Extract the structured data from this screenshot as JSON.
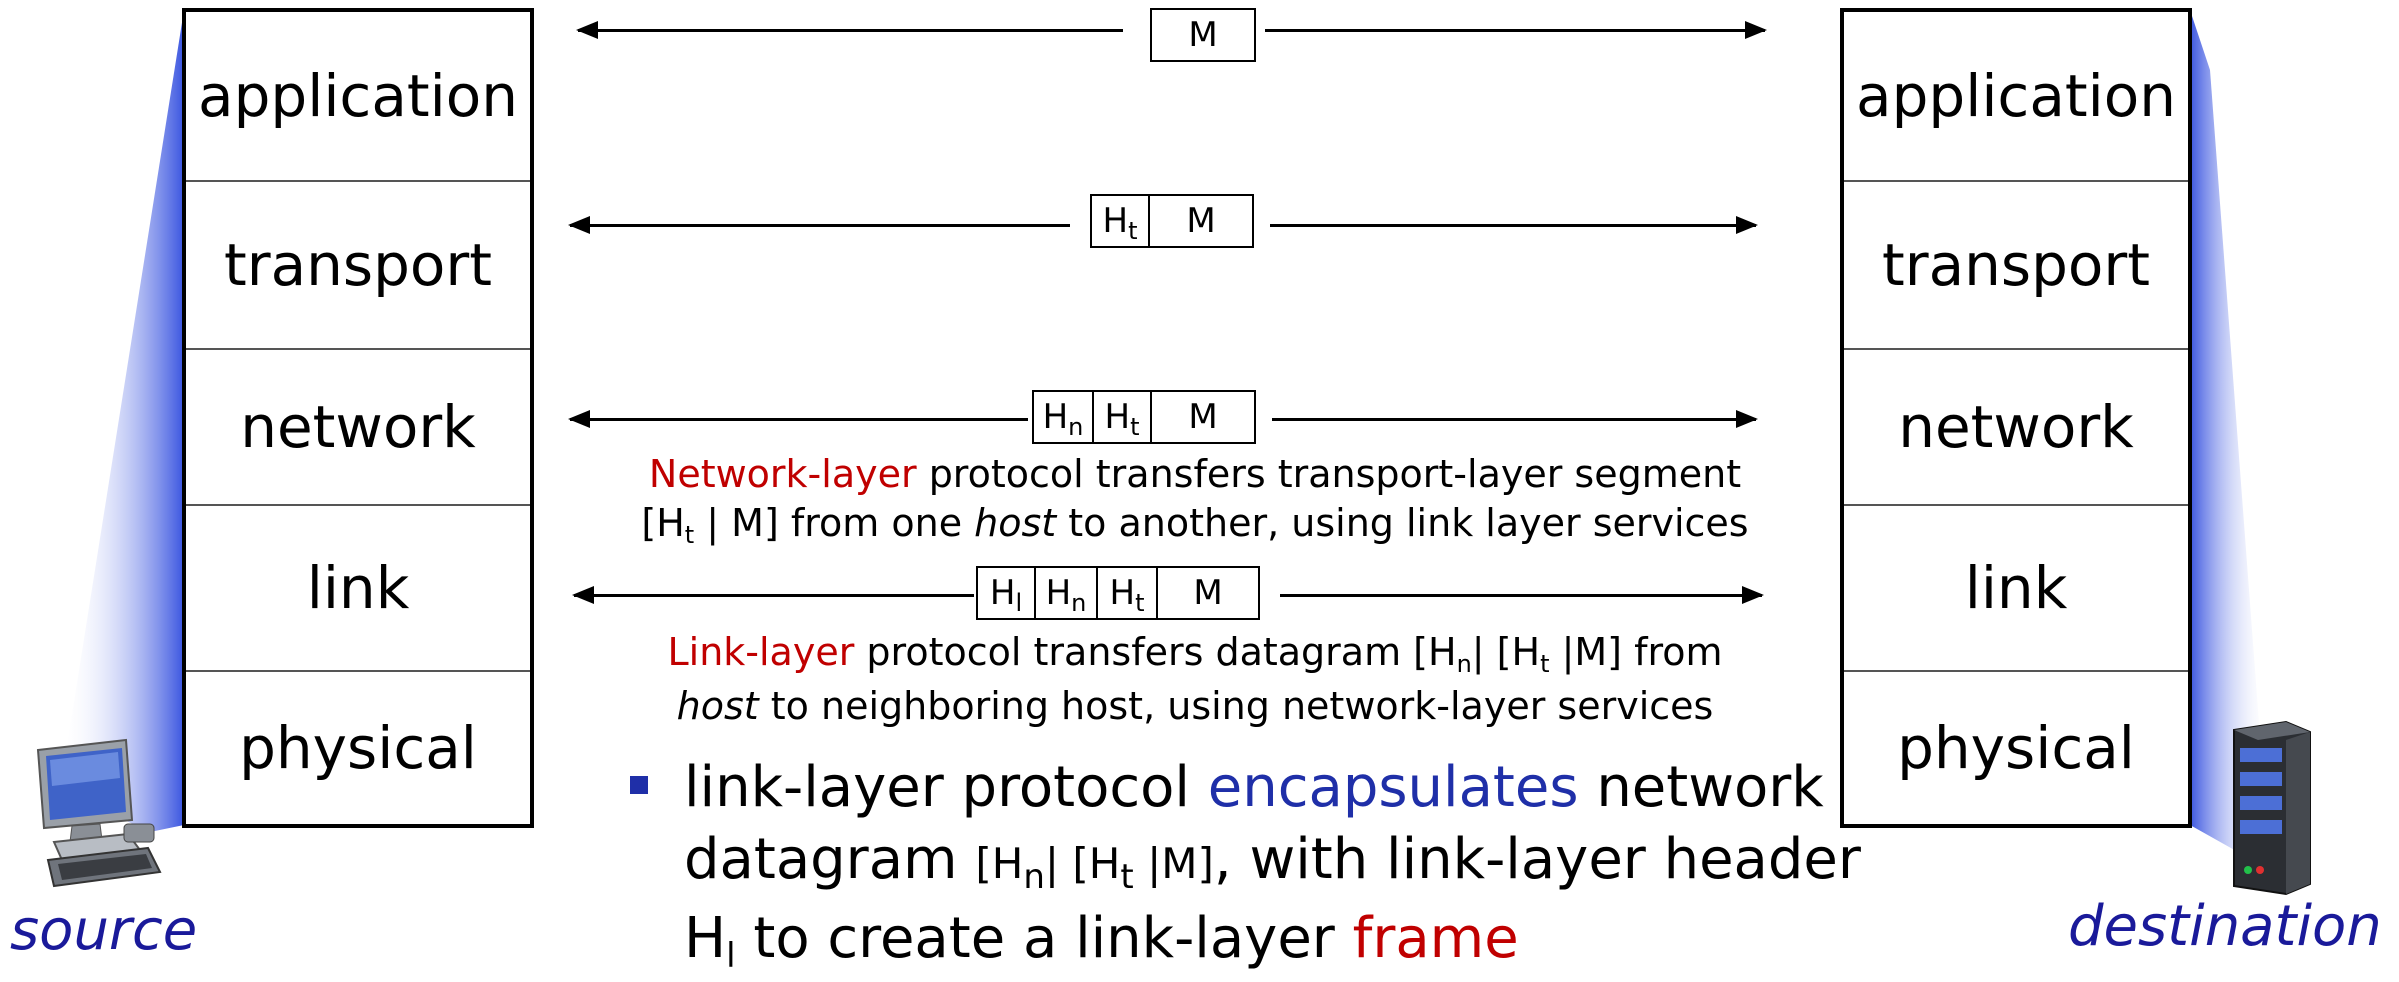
{
  "layers": [
    "application",
    "transport",
    "network",
    "link",
    "physical"
  ],
  "packets": {
    "m": "M",
    "h": "H",
    "sub_t": "t",
    "sub_n": "n",
    "sub_l": "l"
  },
  "network_desc": {
    "highlight": "Network-layer",
    "line1_rest": " protocol transfers transport-layer segment",
    "line2_open": "[H",
    "line2_sub": "t",
    "line2_mid": " | M] from one ",
    "line2_host": "host",
    "line2_rest": " to another, using link layer services"
  },
  "link_desc": {
    "highlight": "Link-layer",
    "line1_rest": " protocol transfers datagram [H",
    "line1_sub_n": "n",
    "line1_mid": "| [H",
    "line1_sub_t": "t",
    "line1_end": " |M] from",
    "line2_host": "host",
    "line2_rest": " to neighboring host, using network-layer services"
  },
  "bullet": {
    "line1_a": "link-layer protocol ",
    "line1_blue": "encapsulates",
    "line1_b": " network",
    "line2_a": "datagram ",
    "line2_open": "[H",
    "line2_sub_n": "n",
    "line2_mid": "| [H",
    "line2_sub_t": "t",
    "line2_end": " |M]",
    "line2_rest": ", with link-layer header",
    "line3_h": "H",
    "line3_sub": "l",
    "line3_rest": " to create a link-layer ",
    "line3_red": "frame"
  },
  "labels": {
    "source": "source",
    "destination": "destination"
  },
  "colors": {
    "highlight_red": "#c00000",
    "highlight_blue": "#1f2fa8",
    "endpoint_label": "#1a1a9a",
    "shadow_blue": "#3a55e0",
    "bullet": "#1f2fa8"
  }
}
